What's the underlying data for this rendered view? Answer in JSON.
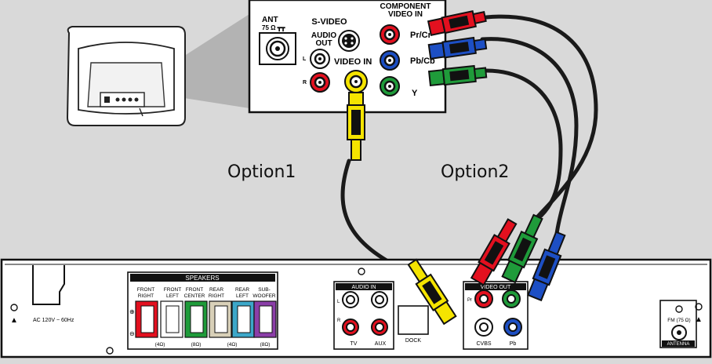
{
  "options": {
    "option1": "Option1",
    "option2": "Option2"
  },
  "tv_panel": {
    "ant": "ANT",
    "ant_ohm": "75 Ω ┳┳",
    "svideo": "S-VIDEO",
    "component_line1": "COMPONENT",
    "component_line2": "VIDEO IN",
    "audio_line1": "AUDIO",
    "audio_line2": "OUT",
    "l": "L",
    "r": "R",
    "video_in": "VIDEO IN",
    "pr": "Pr/Cr",
    "pb": "Pb/Cb",
    "y": "Y"
  },
  "rear_panel": {
    "ac": "AC 120V ~ 60Hz",
    "speakers": "SPEAKERS",
    "front_right_1": "FRONT",
    "front_right_2": "RIGHT",
    "front_left_1": "FRONT",
    "front_left_2": "LEFT",
    "front_center_1": "FRONT",
    "front_center_2": "CENTER",
    "rear_right_1": "REAR",
    "rear_right_2": "RIGHT",
    "rear_left_1": "REAR",
    "rear_left_2": "LEFT",
    "subwoofer_1": "SUB-",
    "subwoofer_2": "WOOFER",
    "imp_4a": "(4Ω)",
    "imp_8a": "(8Ω)",
    "imp_4b": "(4Ω)",
    "imp_8b": "(8Ω)",
    "plus": "⊕",
    "minus": "⊖",
    "audio_in": "AUDIO IN",
    "ain_l": "L",
    "ain_r": "R",
    "tv": "TV",
    "aux": "AUX",
    "dock": "DOCK",
    "video_out": "VIDEO OUT",
    "pr": "Pr",
    "cvbs": "CVBS",
    "pb": "Pb",
    "fm": "FM (75 Ω)",
    "antenna": "ANTENNA"
  },
  "colors": {
    "background": "#d9d9d9",
    "red": "#e3101f",
    "green": "#1f9b3a",
    "blue": "#1d4fc4",
    "yellow": "#f5e400",
    "cable": "#1a1a1a"
  }
}
